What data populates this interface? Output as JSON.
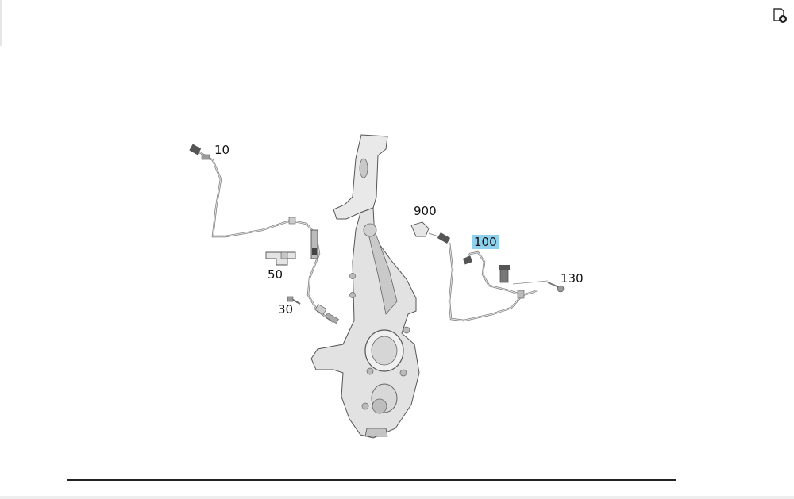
{
  "toolbar": {
    "add_icon": "add-to-list-icon"
  },
  "diagram": {
    "callouts": [
      {
        "id": "10",
        "label": "10"
      },
      {
        "id": "50",
        "label": "50"
      },
      {
        "id": "30",
        "label": "30"
      },
      {
        "id": "900",
        "label": "900"
      },
      {
        "id": "100",
        "label": "100",
        "highlighted": true
      },
      {
        "id": "130",
        "label": "130"
      }
    ],
    "highlight_color": "#8fd0ec"
  }
}
